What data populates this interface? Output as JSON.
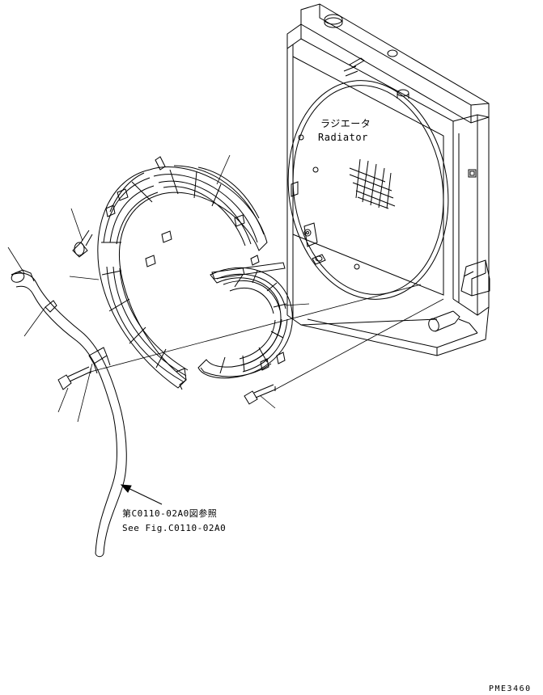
{
  "labels": {
    "radiator_jp": "ラジエータ",
    "radiator_en": "Radiator",
    "ref_jp": "第C0110-02A0図参照",
    "ref_en": "See Fig.C0110-02A0",
    "drawing_code": "PME3460"
  },
  "colors": {
    "line": "#000000",
    "background": "#ffffff"
  }
}
